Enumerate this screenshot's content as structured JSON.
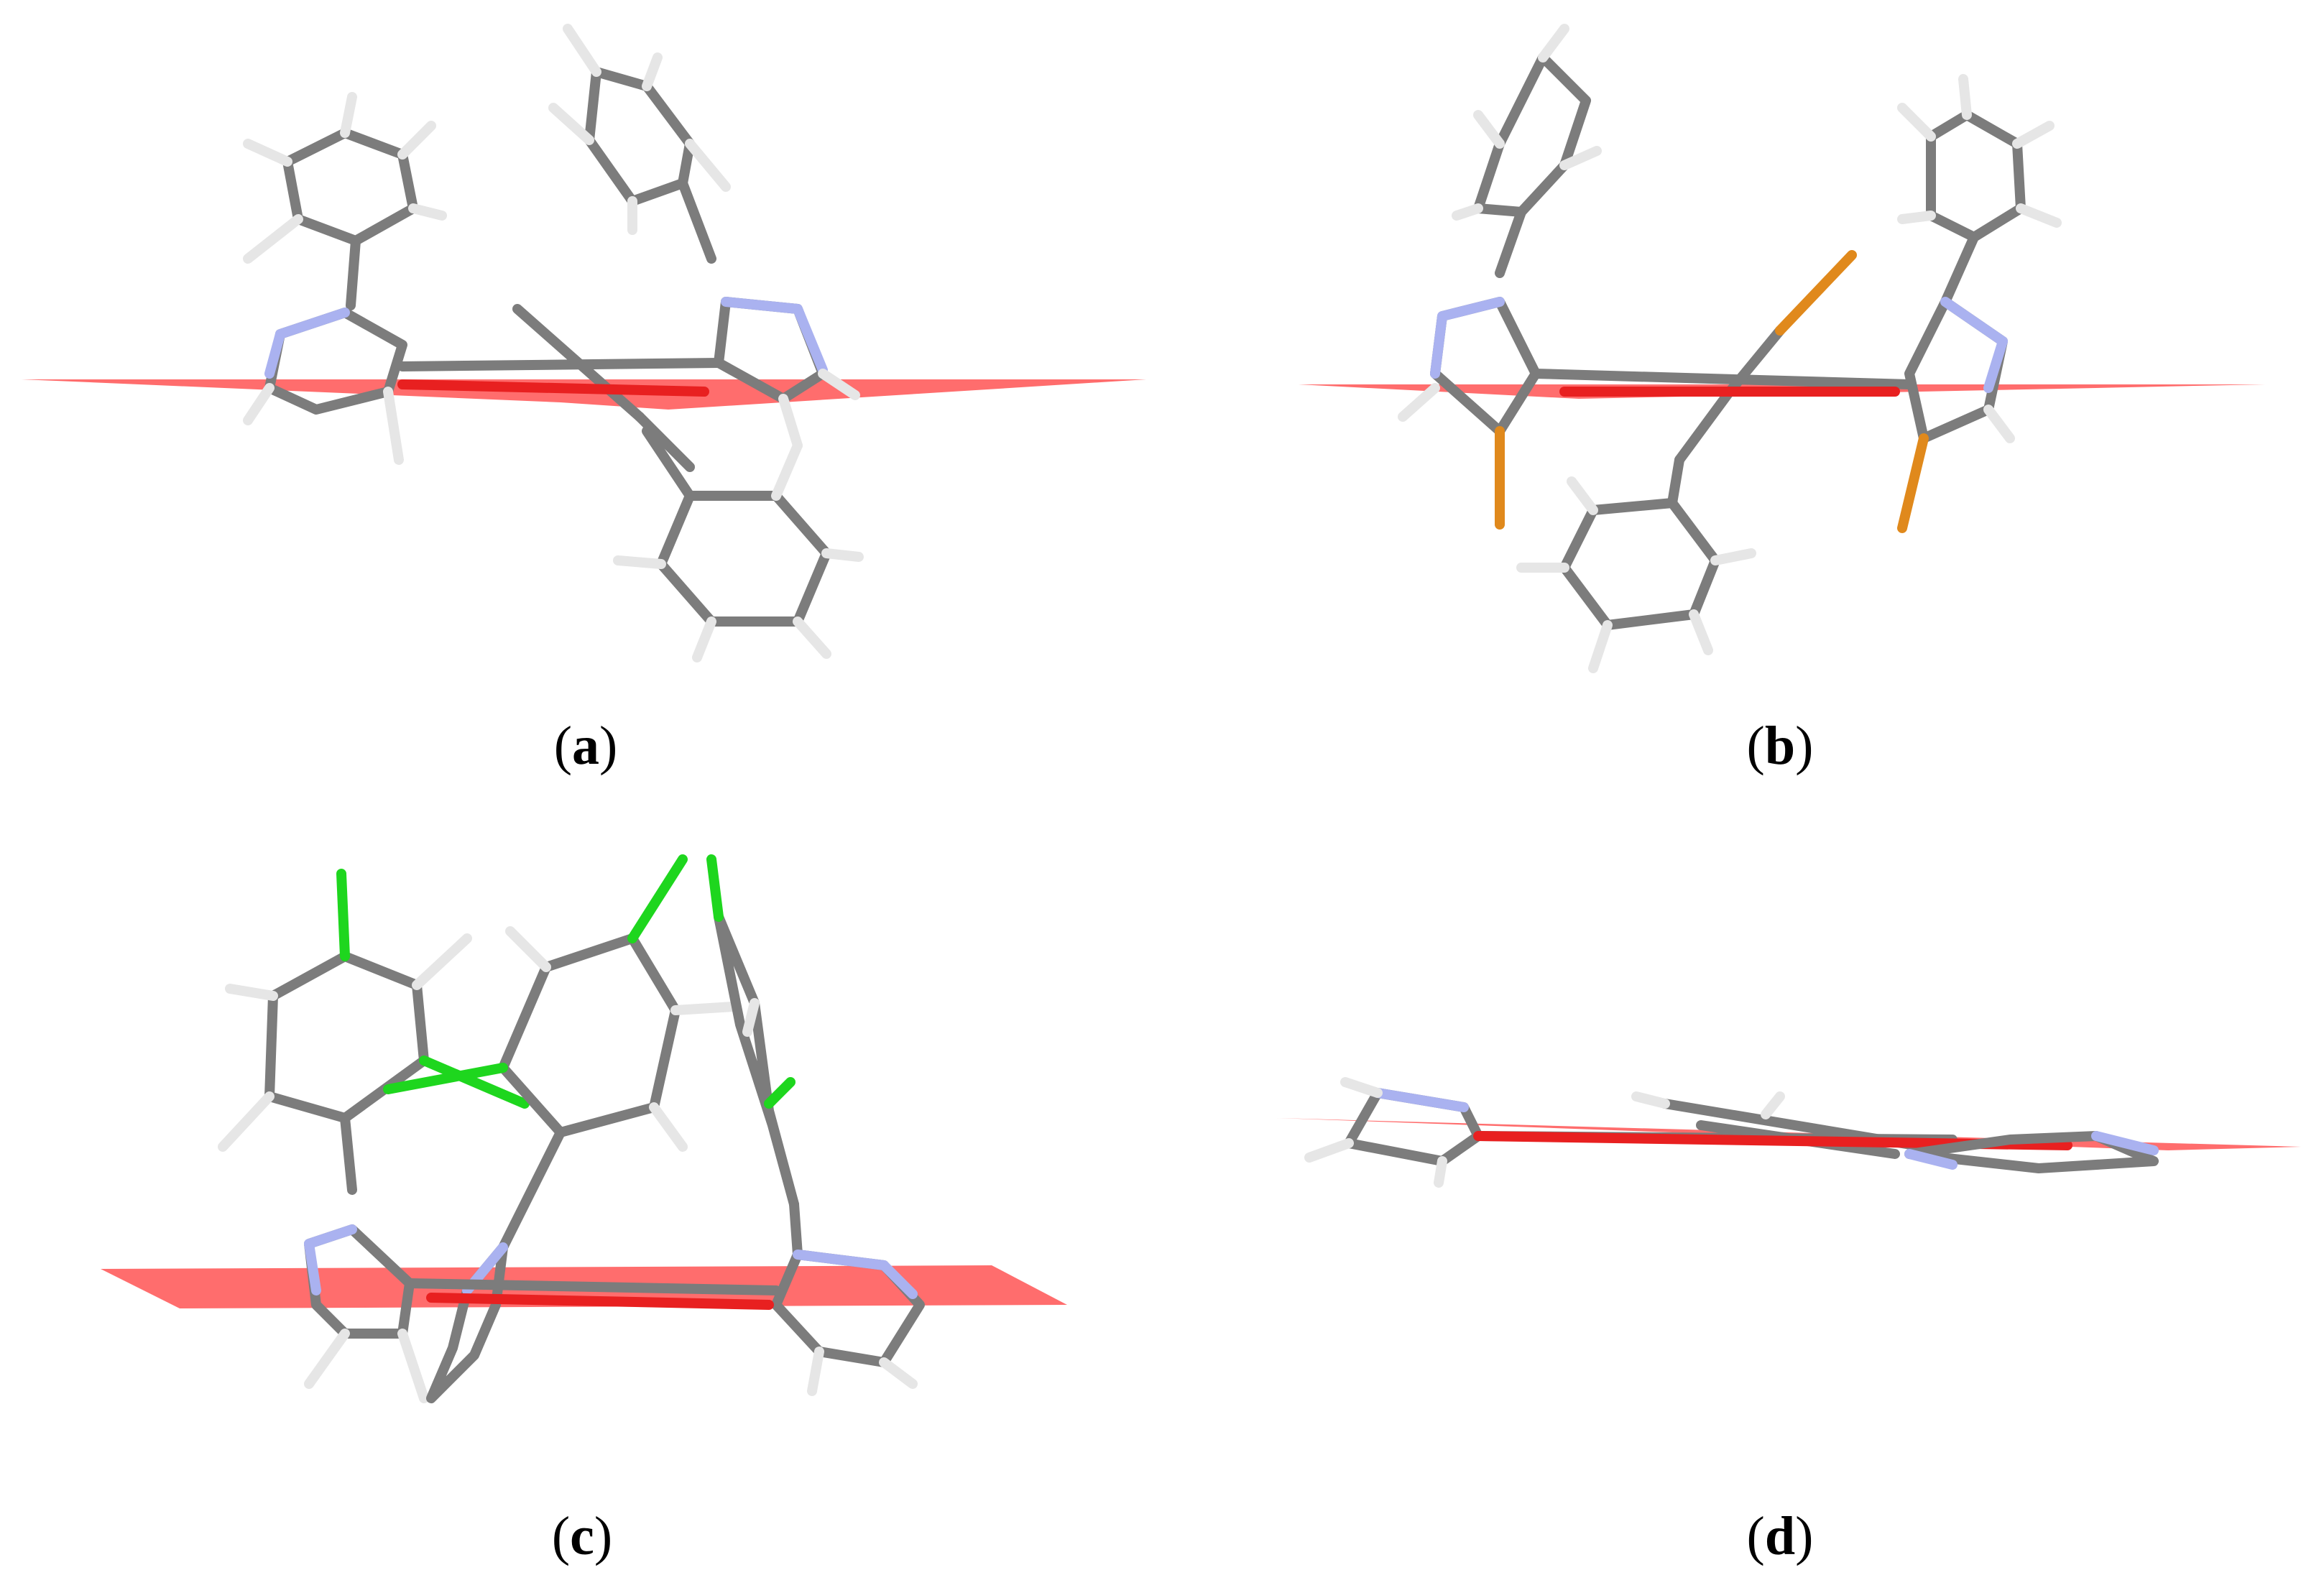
{
  "figure": {
    "panels": [
      {
        "id": "a",
        "label": "a"
      },
      {
        "id": "b",
        "label": "b"
      },
      {
        "id": "c",
        "label": "c"
      },
      {
        "id": "d",
        "label": "d"
      }
    ]
  },
  "colors": {
    "carbon": "#8a8a8a",
    "carbon_edge": "#5f5f5f",
    "hydrogen": "#f2f2f2",
    "nitrogen": "#aab2f0",
    "bromine": "#e0891c",
    "chlorine": "#1ed61e",
    "mean_plane": "#ff3c3c",
    "bond_in_plane": "#e82020"
  }
}
